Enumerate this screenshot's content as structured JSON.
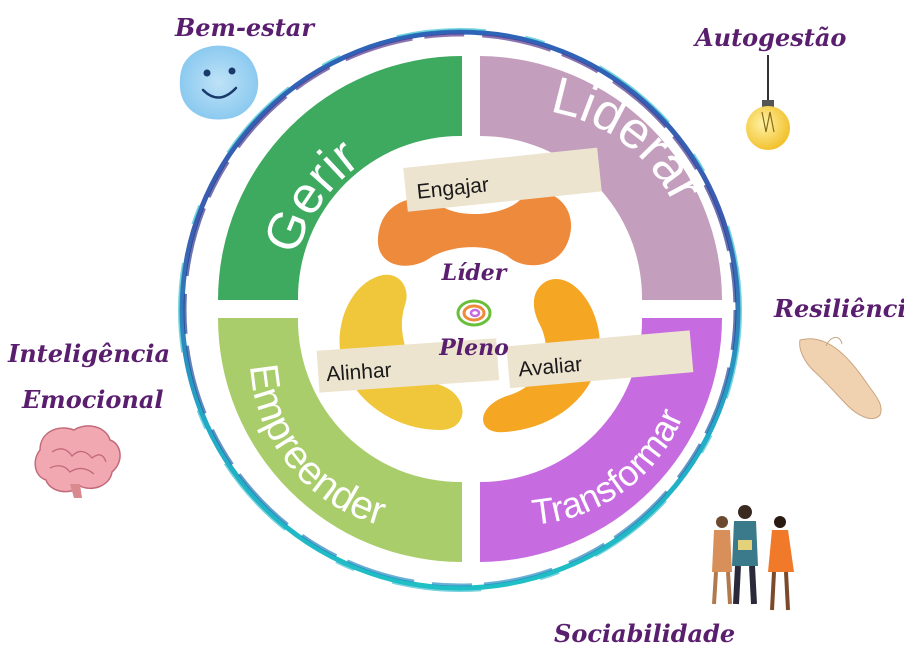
{
  "center": {
    "line1": "Líder",
    "line2": "Pleno"
  },
  "quadrants": [
    {
      "label": "Gerir",
      "color": "#3daa5f"
    },
    {
      "label": "Liderar",
      "color": "#c39ebd"
    },
    {
      "label": "Empreender",
      "color": "#a9cd6a"
    },
    {
      "label": "Transformar",
      "color": "#c76be0"
    }
  ],
  "actions": {
    "engage": "Engajar",
    "align": "Alinhar",
    "evaluate": "Avaliar"
  },
  "competencies": {
    "wellbeing": "Bem-estar",
    "self_management": "Autogestão",
    "resilience": "Resiliência",
    "emotional_intelligence_line1": "Inteligência",
    "emotional_intelligence_line2": "Emocional",
    "sociability": "Sociabilidade"
  },
  "colors": {
    "label_text": "#5a1e6e",
    "orange": "#ee8a3c",
    "yellow": "#f0c73a",
    "amber": "#f5a623",
    "tag_bg": "#ede4cf",
    "ring_blue": "#2d64b8",
    "ring_teal": "#25b8c8",
    "ring_purple": "#5b3a8f"
  }
}
